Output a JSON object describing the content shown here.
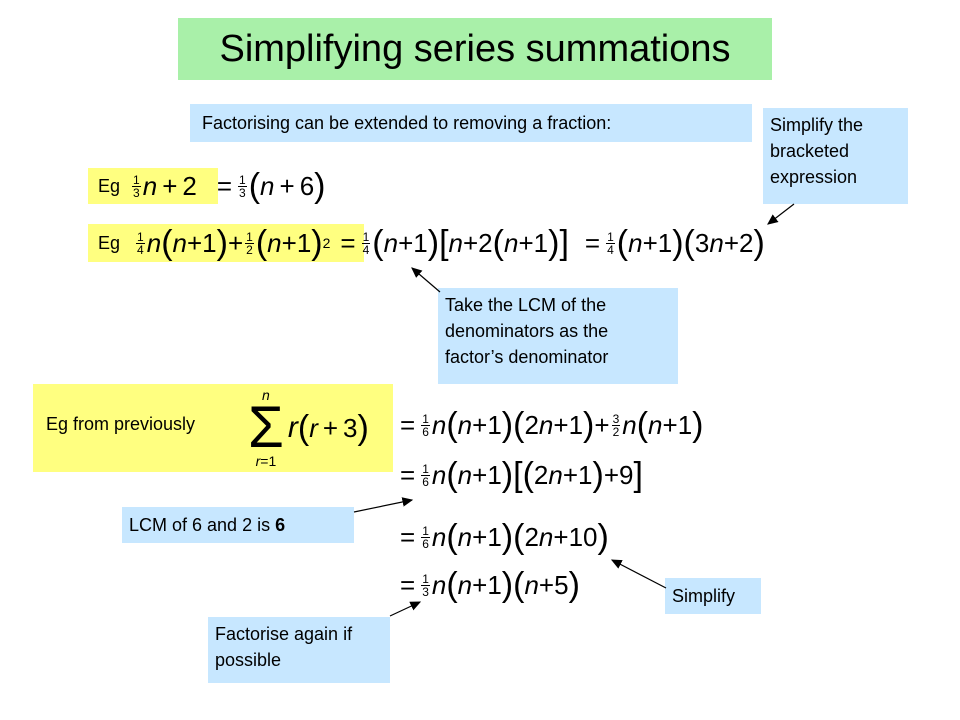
{
  "title": "Simplifying series summations",
  "intro": "Factorising can be extended to removing a fraction:",
  "eg_label": "Eg",
  "eg_from_previously": "Eg from previously",
  "notes": {
    "simplify_bracket": "Simplify the bracketed expression",
    "take_lcm": "Take the LCM of the denominators as the factor’s denominator",
    "lcm_text": "LCM of 6 and 2 is",
    "lcm_value": "6",
    "simplify": "Simplify",
    "factorise_again": "Factorise again if possible"
  },
  "colors": {
    "title_bg": "#a9f0a9",
    "highlight": "#ffff80",
    "note_bg": "#c7e7ff"
  },
  "math": {
    "ex1_lhs": "1/3 n + 2",
    "ex1_rhs": "= 1/3 (n + 6)",
    "ex2_lhs": "1/4 n(n+1) + 1/2 (n+1)^2",
    "ex2_step1": "= 1/4 (n+1)[n + 2(n+1)]",
    "ex2_step2": "= 1/4 (n+1)(3n + 2)",
    "sum": "Σ_{r=1}^{n} r(r+3)",
    "line1": "= 1/6 n(n+1)(2n+1) + 3/2 n(n+1)",
    "line2": "= 1/6 n(n+1)[(2n+1) + 9]",
    "line3": "= 1/6 n(n+1)(2n+10)",
    "line4": "= 1/3 n(n+1)(n+5)"
  }
}
